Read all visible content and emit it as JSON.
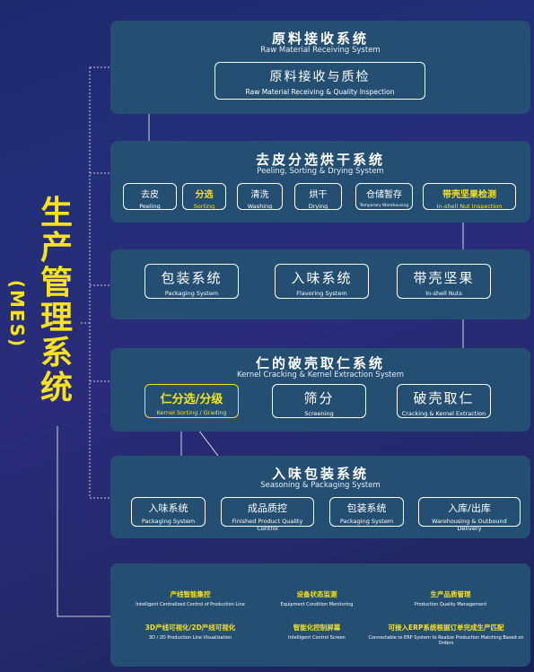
{
  "side": {
    "chars": [
      "生",
      "产",
      "管",
      "理",
      "系",
      "统"
    ],
    "mes": "(MES)"
  },
  "panels": {
    "raw": {
      "title": "原料接收系统",
      "subtitle": "Raw Material Receiving System",
      "box": {
        "zh": "原料接收与质检",
        "en": "Raw Material Receiving & Quality Inspection"
      }
    },
    "peel": {
      "title": "去皮分选烘干系统",
      "subtitle": "Peeling, Sorting & Drying System",
      "steps": [
        {
          "zh": "去皮",
          "en": "Peeling"
        },
        {
          "zh": "分选",
          "en": "Sorting"
        },
        {
          "zh": "清洗",
          "en": "Washing"
        },
        {
          "zh": "烘干",
          "en": "Drying"
        },
        {
          "zh": "仓储暂存",
          "en": "Temporary Warehousing"
        },
        {
          "zh": "带壳坚果检测",
          "en": "In-shell Nut Inspection"
        }
      ]
    },
    "shell": {
      "steps": [
        {
          "zh": "包装系统",
          "en": "Packaging System"
        },
        {
          "zh": "入味系统",
          "en": "Flavoring System"
        },
        {
          "zh": "带壳坚果",
          "en": "In-shell Nuts"
        }
      ]
    },
    "kernel": {
      "title": "仁的破壳取仁系统",
      "subtitle": "Kernel Cracking & Kernel Extraction System",
      "steps": [
        {
          "zh": "仁分选/分级",
          "en": "Kernel Sorting / Grading"
        },
        {
          "zh": "筛分",
          "en": "Screening"
        },
        {
          "zh": "破壳取仁",
          "en": "Cracking & Kernel Extraction"
        }
      ]
    },
    "season": {
      "title": "入味包装系统",
      "subtitle": "Seasoning & Packaging System",
      "steps": [
        {
          "zh": "入味系统",
          "en": "Packaging System"
        },
        {
          "zh": "成品质控",
          "en": "Finished Product Quality Control"
        },
        {
          "zh": "包装系统",
          "en": "Packaging System"
        },
        {
          "zh": "入库/出库",
          "en": "Warehousing & Outbound Delivery"
        }
      ]
    },
    "features": [
      {
        "zh": "产线智能集控",
        "en": "Intelligent Centralized Control of Production Line"
      },
      {
        "zh": "设备状态监测",
        "en": "Equipment Condition Monitoring"
      },
      {
        "zh": "生产品质管理",
        "en": "Production Quality Management"
      },
      {
        "zh": "3D产线可视化/2D产线可视化",
        "en": "3D / 2D Production Line Visualization"
      },
      {
        "zh": "智能化控制屏幕",
        "en": "Intelligent Control Screen"
      },
      {
        "zh": "可接入ERP系统根据订单完成生产匹配",
        "en": "Connectable to ERP System to Realize Production Matching Based on Orders"
      }
    ]
  },
  "colors": {
    "accent": "#f6e21e",
    "panel": "#244f72",
    "background": "#232f78"
  }
}
